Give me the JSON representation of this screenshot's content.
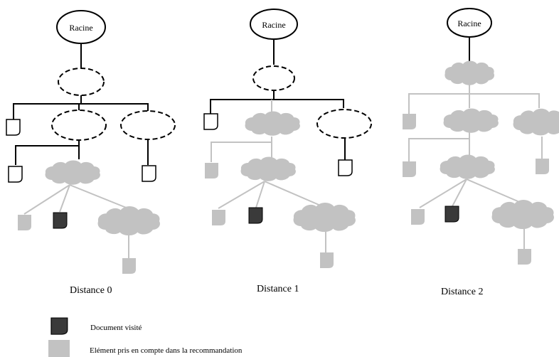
{
  "diagram": {
    "root_label": "Racine",
    "panels": [
      {
        "id": "d0",
        "caption": "Distance 0"
      },
      {
        "id": "d1",
        "caption": "Distance 1"
      },
      {
        "id": "d2",
        "caption": "Distance 2"
      }
    ]
  },
  "legend": {
    "visited_label": "Document visité",
    "considered_label": "Elément pris en compte dans la recommandation"
  },
  "colors": {
    "visited": "#3a3a3a",
    "considered": "#c2c2c2",
    "line_dark": "#000000"
  }
}
